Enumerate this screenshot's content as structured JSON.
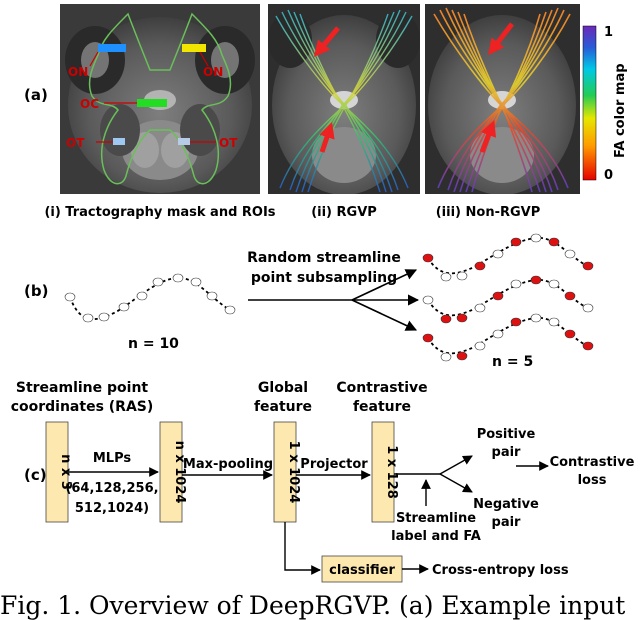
{
  "panel_a": {
    "label": "(a)",
    "roi_labels": {
      "on_left": "ON",
      "on_right": "ON",
      "oc": "OC",
      "ot_left": "OT",
      "ot_right": "OT"
    },
    "colorbar": {
      "max": "1",
      "min": "0",
      "label": "FA color map"
    },
    "subcaptions": {
      "i": "(i) Tractography mask and ROIs",
      "ii": "(ii) RGVP",
      "iii": "(iii) Non-RGVP"
    },
    "colors": {
      "roi_on_left": "#1e90ff",
      "roi_on_right": "#f2e600",
      "roi_oc": "#22dd22",
      "roi_ot": "#9ec8f2",
      "arrow": "#ee2222",
      "mask_outline": "#6bbf5a",
      "label_red": "#cc0000"
    }
  },
  "panel_b": {
    "label": "(b)",
    "n_full": "n = 10",
    "n_sub": "n = 5",
    "arrow_text_line1": "Random streamline",
    "arrow_text_line2": "point subsampling",
    "sampled_color": "#dd1111"
  },
  "panel_c": {
    "label": "(c)",
    "input_title_line1": "Streamline point",
    "input_title_line2": "coordinates (RAS)",
    "box_input": "n x 3",
    "mlps_line1": "MLPs",
    "mlps_line2": "(64,128,256,",
    "mlps_line3": "512,1024)",
    "box_mlp_out": "n x 1024",
    "maxpool": "Max-pooling",
    "global_line1": "Global",
    "global_line2": "feature",
    "box_global": "1 x 1024",
    "projector": "Projector",
    "contrastive_line1": "Contrastive",
    "contrastive_line2": "feature",
    "box_contrastive": "1 x 128",
    "positive_line1": "Positive",
    "positive_line2": "pair",
    "negative_line1": "Negative",
    "negative_line2": "pair",
    "streamline_line1": "Streamline",
    "streamline_line2": "label and FA",
    "contrastive_loss_line1": "Contrastive",
    "contrastive_loss_line2": "loss",
    "classifier": "classifier",
    "ce_loss": "Cross-entropy loss",
    "box_fill": "#fde9b0"
  },
  "caption": "Fig. 1. Overview of DeepRGVP. (a) Example input"
}
